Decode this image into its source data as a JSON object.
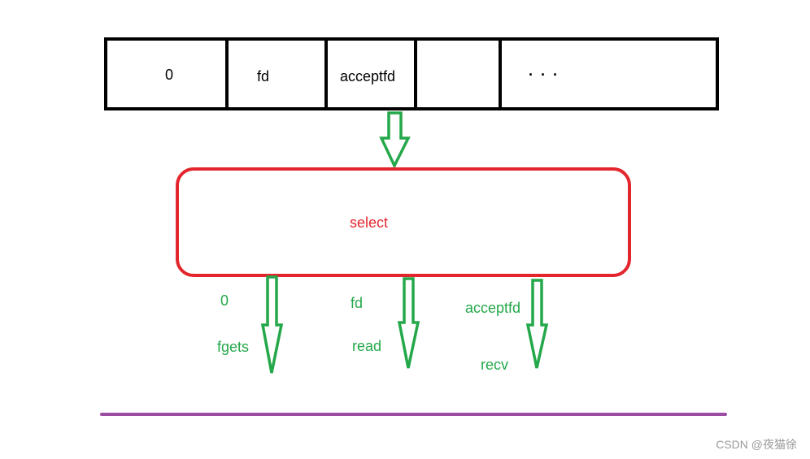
{
  "fd_array": {
    "cells": [
      "0",
      "fd",
      "acceptfd",
      "",
      "·  ·  ·"
    ]
  },
  "select_box": {
    "label": "select"
  },
  "outputs": [
    {
      "fd": "0",
      "call": "fgets"
    },
    {
      "fd": "fd",
      "call": "read"
    },
    {
      "fd": "acceptfd",
      "call": "recv"
    }
  ],
  "watermark": "CSDN @夜猫徐",
  "colors": {
    "array_stroke": "#000000",
    "select_stroke": "#e3262d",
    "arrow": "#24a84a",
    "baseline": "#9b4da3",
    "label_green": "#24a84a",
    "label_red": "#e3262d"
  }
}
